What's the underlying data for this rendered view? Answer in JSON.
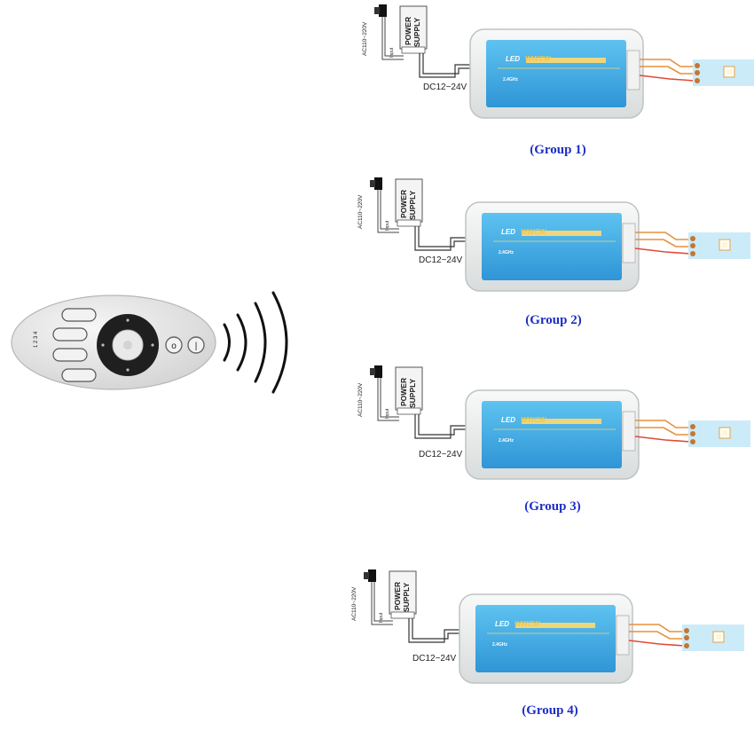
{
  "supply_label_line1": "POWER",
  "supply_label_line2": "SUPPLY",
  "ac_input_label": "AC110~220V",
  "input_label": "Input",
  "dc_label": "DC12~24V",
  "controller_brand": "LED",
  "controller_model": "WWCW",
  "controller_freq": "2.4GHz",
  "remote_zone_marks": [
    "1",
    "2",
    "3",
    "4"
  ],
  "remote_button_marks": [
    "o",
    "|"
  ],
  "groups": [
    {
      "label": "(Group 1)"
    },
    {
      "label": "(Group 2)"
    },
    {
      "label": "(Group 3)"
    },
    {
      "label": "(Group 4)"
    }
  ],
  "colors": {
    "group_label": "#1e2fc4",
    "controller_panel": "#3aa6e4",
    "controller_shell": "#eef0ef",
    "wire_orange": "#e5903a",
    "wire_red": "#e04a36",
    "led_strip": "#bfe5f7",
    "remote_body": "#e8e8e8",
    "remote_ring": "#2a2a2a"
  }
}
